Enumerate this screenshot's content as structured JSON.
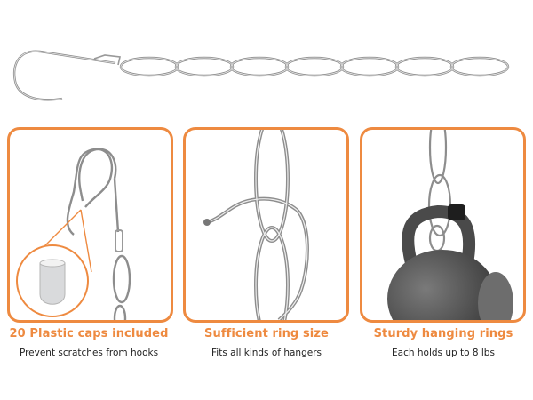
{
  "colors": {
    "accent": "#EE8A40",
    "text_dark": "#222222",
    "metal": "#9a9a9a",
    "kettlebell": "#555555"
  },
  "banner": {
    "image": "hook-with-chain-links",
    "link_count": 7
  },
  "features": [
    {
      "title": "20 Plastic caps included",
      "subtitle": "Prevent scratches from hooks",
      "image": "s-hook-with-plastic-cap-callout"
    },
    {
      "title": "Sufficient ring size",
      "subtitle": "Fits all kinds of hangers",
      "image": "chain-link-with-hanger-hook"
    },
    {
      "title": "Sturdy hanging rings",
      "subtitle": "Each holds up to 8 lbs",
      "image": "chain-holding-kettlebell"
    }
  ]
}
